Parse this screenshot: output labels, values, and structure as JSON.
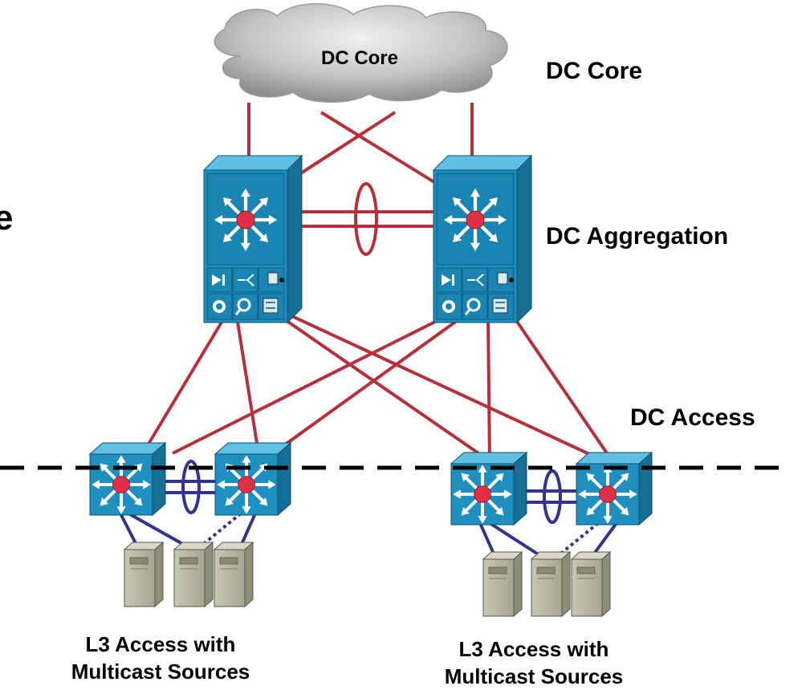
{
  "cloud_label": "DC Core",
  "layers": {
    "core": "DC Core",
    "aggregation": "DC Aggregation",
    "access": "DC Access"
  },
  "clipped_letter": "e",
  "pods": [
    {
      "caption_line1": "L3 Access with",
      "caption_line2": "Multicast Sources"
    },
    {
      "caption_line1": "L3 Access with",
      "caption_line2": "Multicast Sources"
    }
  ],
  "colors": {
    "uplink": "#b5303d",
    "server_link": "#33338f",
    "switch_face": "#1f8fbf",
    "switch_side": "#176f96",
    "router_dot": "#e03048",
    "cloud": "#b9b9b9",
    "server": "#b4b49e"
  },
  "icons": [
    "cloud-icon",
    "aggregation-switch-icon",
    "access-switch-icon",
    "server-icon"
  ]
}
